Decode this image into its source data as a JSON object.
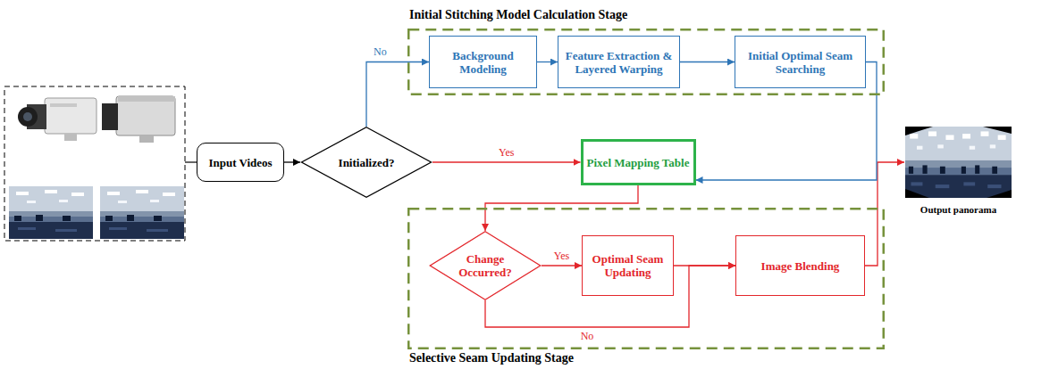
{
  "diagram": {
    "nodes": [
      {
        "text": [
          "Input Videos"
        ]
      },
      {
        "text": [
          "Initialized?"
        ]
      },
      {
        "text": [
          "Initial Stitching Model Calculation Stage"
        ]
      },
      {
        "text": [
          "Background Modeling"
        ],
        "in": 2
      },
      {
        "text": [
          "Feature Extraction & Layered Warping"
        ],
        "in": 2
      },
      {
        "text": [
          "Initial Optimal Seam Searching"
        ],
        "in": 2
      },
      {
        "text": [
          "Pixel Mapping Table"
        ]
      },
      {
        "text": [
          "Selective Seam Updating Stage"
        ]
      },
      {
        "text": [
          "Change Occurred?"
        ],
        "in": 7
      },
      {
        "text": [
          "Optimal Seam Updating"
        ],
        "in": 7
      },
      {
        "text": [
          "Image Blending"
        ],
        "in": 7
      }
    ],
    "edges": [
      {
        "from": 0,
        "to": 1,
        "arrow": "to"
      },
      {
        "from": 1,
        "to": 3,
        "label": "No",
        "arrow": "to"
      },
      {
        "from": 3,
        "to": 4,
        "arrow": "to"
      },
      {
        "from": 4,
        "to": 5,
        "arrow": "to"
      },
      {
        "from": 1,
        "to": 6,
        "label": "Yes",
        "arrow": "to"
      },
      {
        "from": 5,
        "to": 6,
        "arrow": "to"
      },
      {
        "from": 6,
        "to": 8,
        "arrow": "to"
      },
      {
        "from": 8,
        "to": 9,
        "label": "Yes",
        "arrow": "to"
      },
      {
        "from": 8,
        "to": 10,
        "label": "No",
        "arrow": "to"
      },
      {
        "from": 9,
        "to": 10,
        "arrow": "to"
      }
    ],
    "labels": [
      "Output panorama"
    ]
  }
}
